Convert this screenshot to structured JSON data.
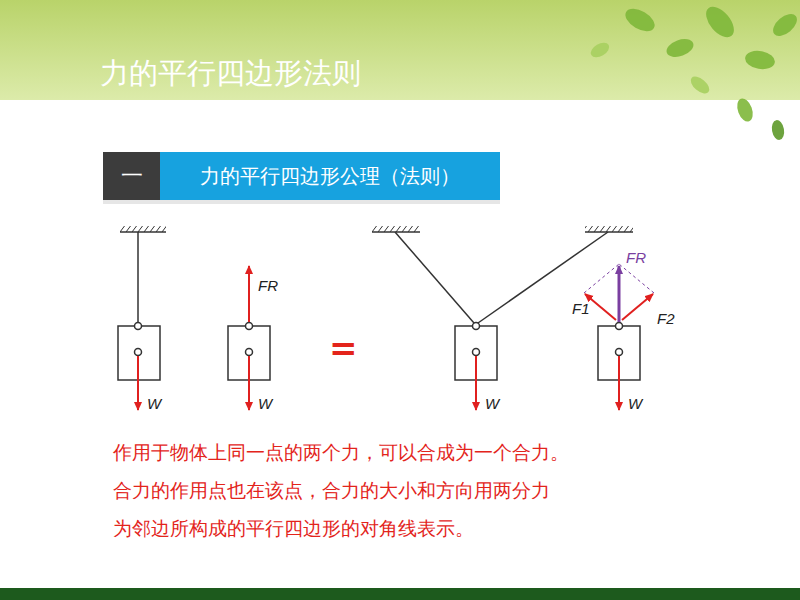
{
  "diagram": {
    "title": "力的平行四边形法则",
    "nodes": [
      {
        "text": [
          "一"
        ]
      },
      {
        "text": [
          "力的平行四边形公理（法则）"
        ]
      }
    ],
    "labels": [
      "W",
      "FR",
      "W",
      "=",
      "W",
      "FR",
      "F1",
      "F2",
      "W",
      "作用于物体上同一点的两个力，可以合成为一个合力。",
      "合力的作用点也在该点，合力的大小和方向用两分力",
      "为邻边所构成的平行四边形的对角线表示。"
    ]
  }
}
